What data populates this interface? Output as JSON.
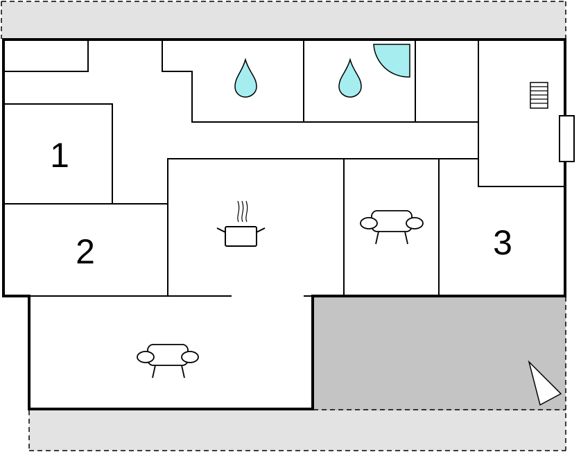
{
  "rooms": {
    "room1": "1",
    "room2": "2",
    "room3": "3"
  },
  "icons": {
    "shower": "water-drop-icon",
    "washbasin": "water-drop-icon",
    "kitchen": "cooking-pot-icon",
    "sofa": "sofa-icon",
    "stairs": "stairs-icon",
    "door": "door-swing-icon",
    "compass": "north-arrow-icon"
  },
  "colors": {
    "terrace": "#c4c4c4",
    "outside": "#e3e3e3",
    "water": "#a6edf0",
    "wall": "#000000"
  }
}
